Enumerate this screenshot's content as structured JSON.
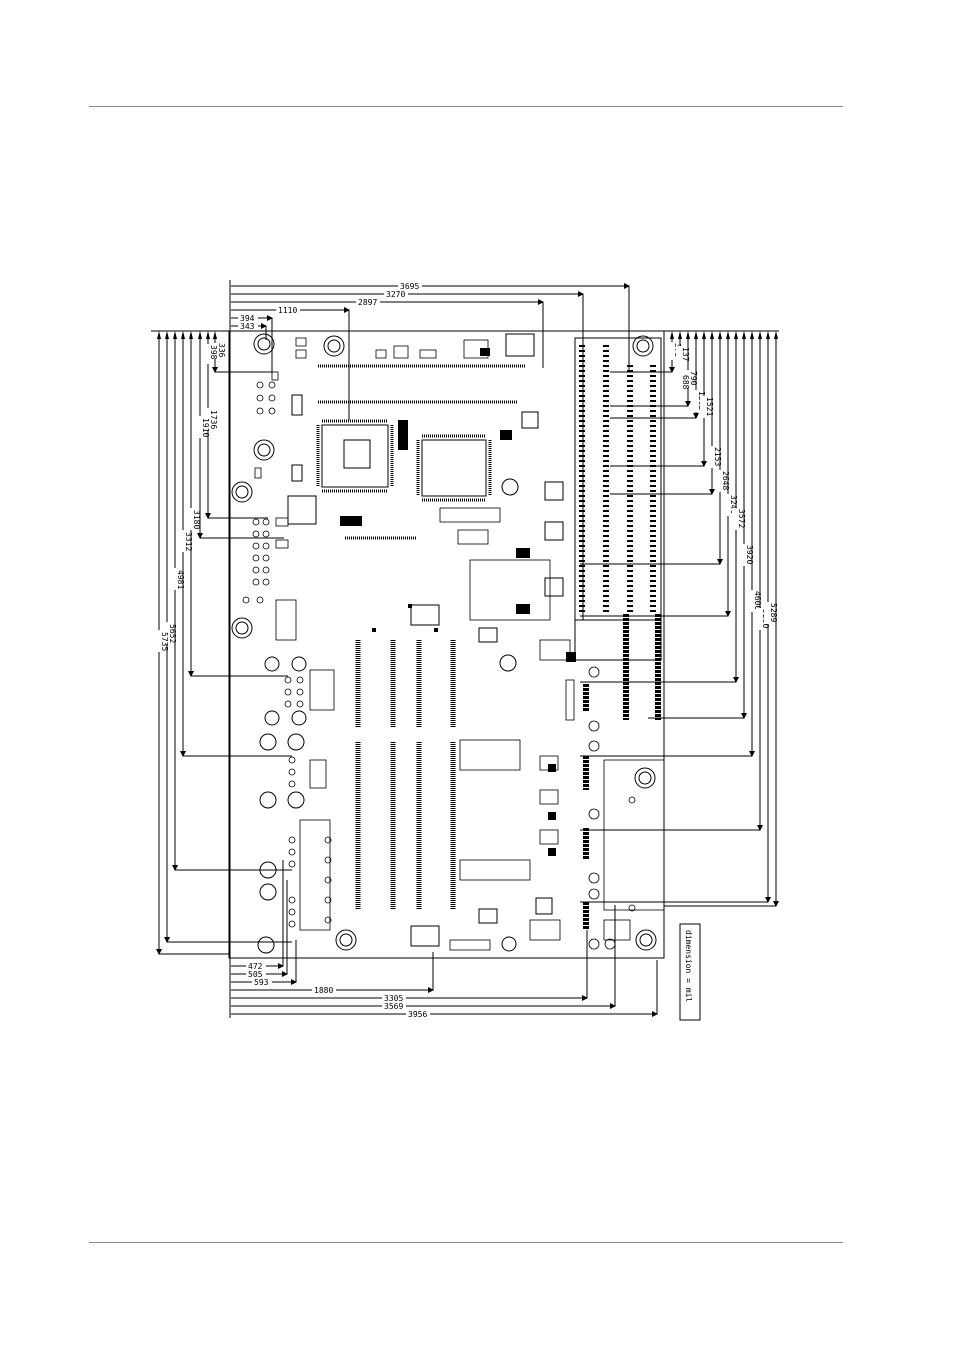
{
  "drawing": {
    "unit_label": "dimension = mil",
    "top_dims": [
      "3695",
      "3270",
      "2897",
      "1110",
      "394",
      "343"
    ],
    "bottom_dims": [
      "472",
      "505",
      "593",
      "1880",
      "3305",
      "3569",
      "3956"
    ],
    "left_dims": [
      "336",
      "398",
      "1736",
      "1910",
      "3180",
      "3312",
      "4981",
      "5652",
      "5735"
    ],
    "right_dims": [
      "373",
      "137",
      "790",
      "688",
      "1262",
      "1521",
      "2153",
      "2648",
      "3240",
      "3572",
      "3920",
      "4600",
      "5280",
      "5289"
    ]
  }
}
